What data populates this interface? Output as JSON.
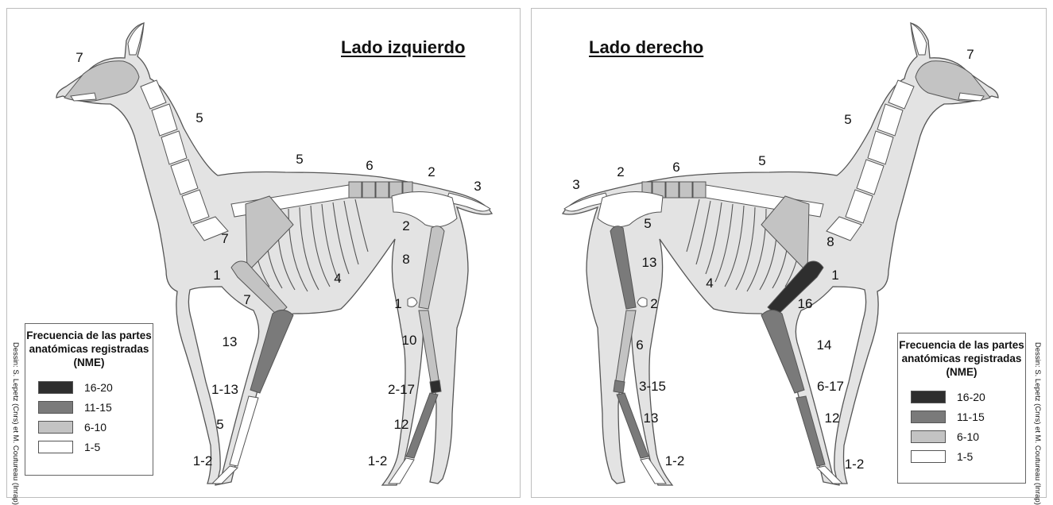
{
  "left": {
    "title": "Lado izquierdo",
    "labels": {
      "skull": "7",
      "neck": "5",
      "spine_thoracic": "5",
      "spine_lumbar": "6",
      "sacrum": "2",
      "tail": "3",
      "pelvis": "2",
      "femur": "8",
      "patella": "1",
      "tibia": "10",
      "tarsus": "2-17",
      "metatarsus": "12",
      "hind_phalanges": "1-2",
      "scapula": "7",
      "shoulder": "1",
      "ribs": "4",
      "humerus": "7",
      "radius": "13",
      "carpus": "1-13",
      "metacarpus": "5",
      "fore_phalanges": "1-2"
    }
  },
  "right": {
    "title": "Lado derecho",
    "labels": {
      "skull": "7",
      "neck": "5",
      "spine_thoracic": "5",
      "spine_lumbar": "6",
      "sacrum": "2",
      "tail": "3",
      "pelvis": "5",
      "femur": "13",
      "patella": "2",
      "tibia": "6",
      "tarsus": "3-15",
      "metatarsus": "13",
      "hind_phalanges": "1-2",
      "scapula": "8",
      "shoulder": "1",
      "ribs": "4",
      "humerus": "16",
      "radius": "14",
      "carpus": "6-17",
      "metacarpus": "12",
      "fore_phalanges": "1-2"
    }
  },
  "legend": {
    "title_lines": [
      "Frecuencia de las partes",
      "anatómicas registradas",
      "(NME)"
    ],
    "items": [
      {
        "label": "16-20",
        "color": "#2e2e2e"
      },
      {
        "label": "11-15",
        "color": "#7a7a7a"
      },
      {
        "label": "6-10",
        "color": "#c3c3c3"
      },
      {
        "label": "1-5",
        "color": "#ffffff"
      }
    ]
  },
  "credit": "Dessin: S. Lepetz (Cnrs) et M. Coutureau (Inrap)",
  "colors": {
    "body": "#e3e3e3",
    "outline": "#555555",
    "white_bone": "#ffffff",
    "light_bone": "#c3c3c3",
    "mid_bone": "#7a7a7a",
    "dark_bone": "#2e2e2e"
  }
}
